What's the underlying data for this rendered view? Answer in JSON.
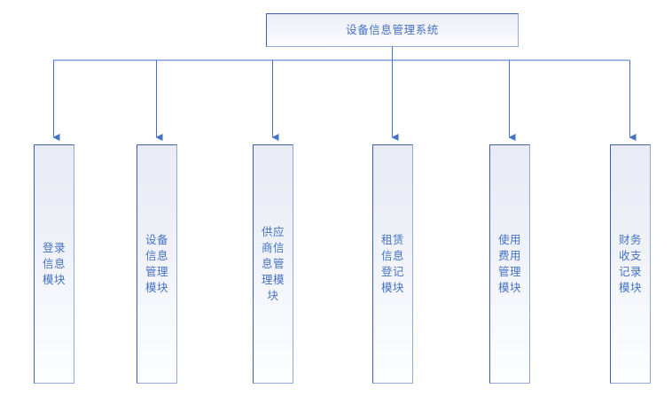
{
  "diagram": {
    "title_node": {
      "label": "设备信息管理系统"
    },
    "modules": [
      {
        "label": "登录信息模块"
      },
      {
        "label": "设备信息管理模块"
      },
      {
        "label": "供应商信息管理模块"
      },
      {
        "label": "租赁信息登记模块"
      },
      {
        "label": "使用费用管理模块"
      },
      {
        "label": "财务收支记录模块"
      }
    ],
    "colors": {
      "text": "#4472c4",
      "border_dark": "#3c5fa6",
      "border_light": "#93aad8",
      "connector": "#4472c4",
      "background": "#ffffff",
      "fill_top": "#e9ebf5",
      "fill_bottom": "#fdfeff"
    }
  }
}
